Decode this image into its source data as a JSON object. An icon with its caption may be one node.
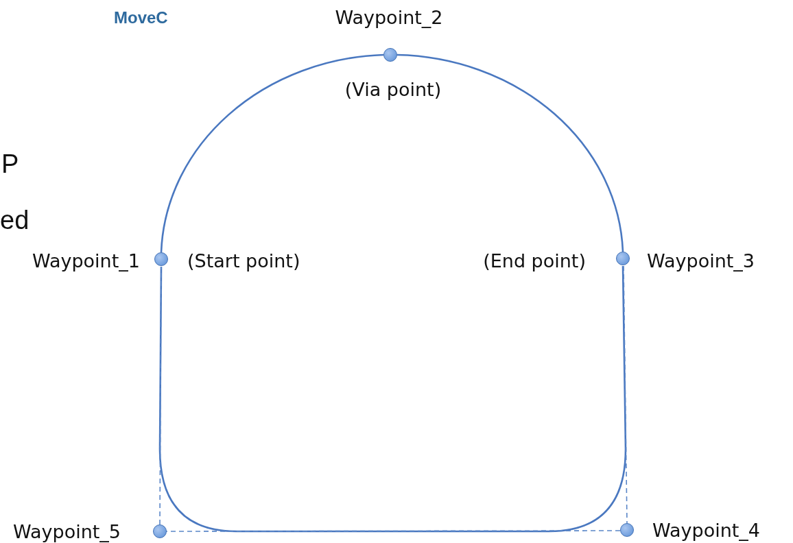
{
  "diagram": {
    "title": "MoveC",
    "nodes": [
      {
        "text": [
          "Waypoint_2"
        ],
        "beside": [
          "(Via point)"
        ]
      },
      {
        "text": [
          "Waypoint_1"
        ],
        "beside": [
          "(Start point)"
        ]
      },
      {
        "text": [
          "Waypoint_3"
        ],
        "beside": [
          "(End point)"
        ]
      },
      {
        "text": [
          "Waypoint_5"
        ]
      },
      {
        "text": [
          "Waypoint_4"
        ]
      }
    ],
    "edges": [
      {
        "from": 1,
        "to": 0,
        "arrow": "none"
      },
      {
        "from": 0,
        "to": 2,
        "arrow": "none"
      },
      {
        "from": 2,
        "to": 1,
        "arrow": "none"
      },
      {
        "from": 2,
        "to": 4,
        "arrow": "none",
        "style": "dashed"
      },
      {
        "from": 4,
        "to": 3,
        "arrow": "none",
        "style": "dashed"
      },
      {
        "from": 3,
        "to": 1,
        "arrow": "none",
        "style": "dashed"
      }
    ],
    "labels": [
      "P",
      "ed"
    ]
  }
}
